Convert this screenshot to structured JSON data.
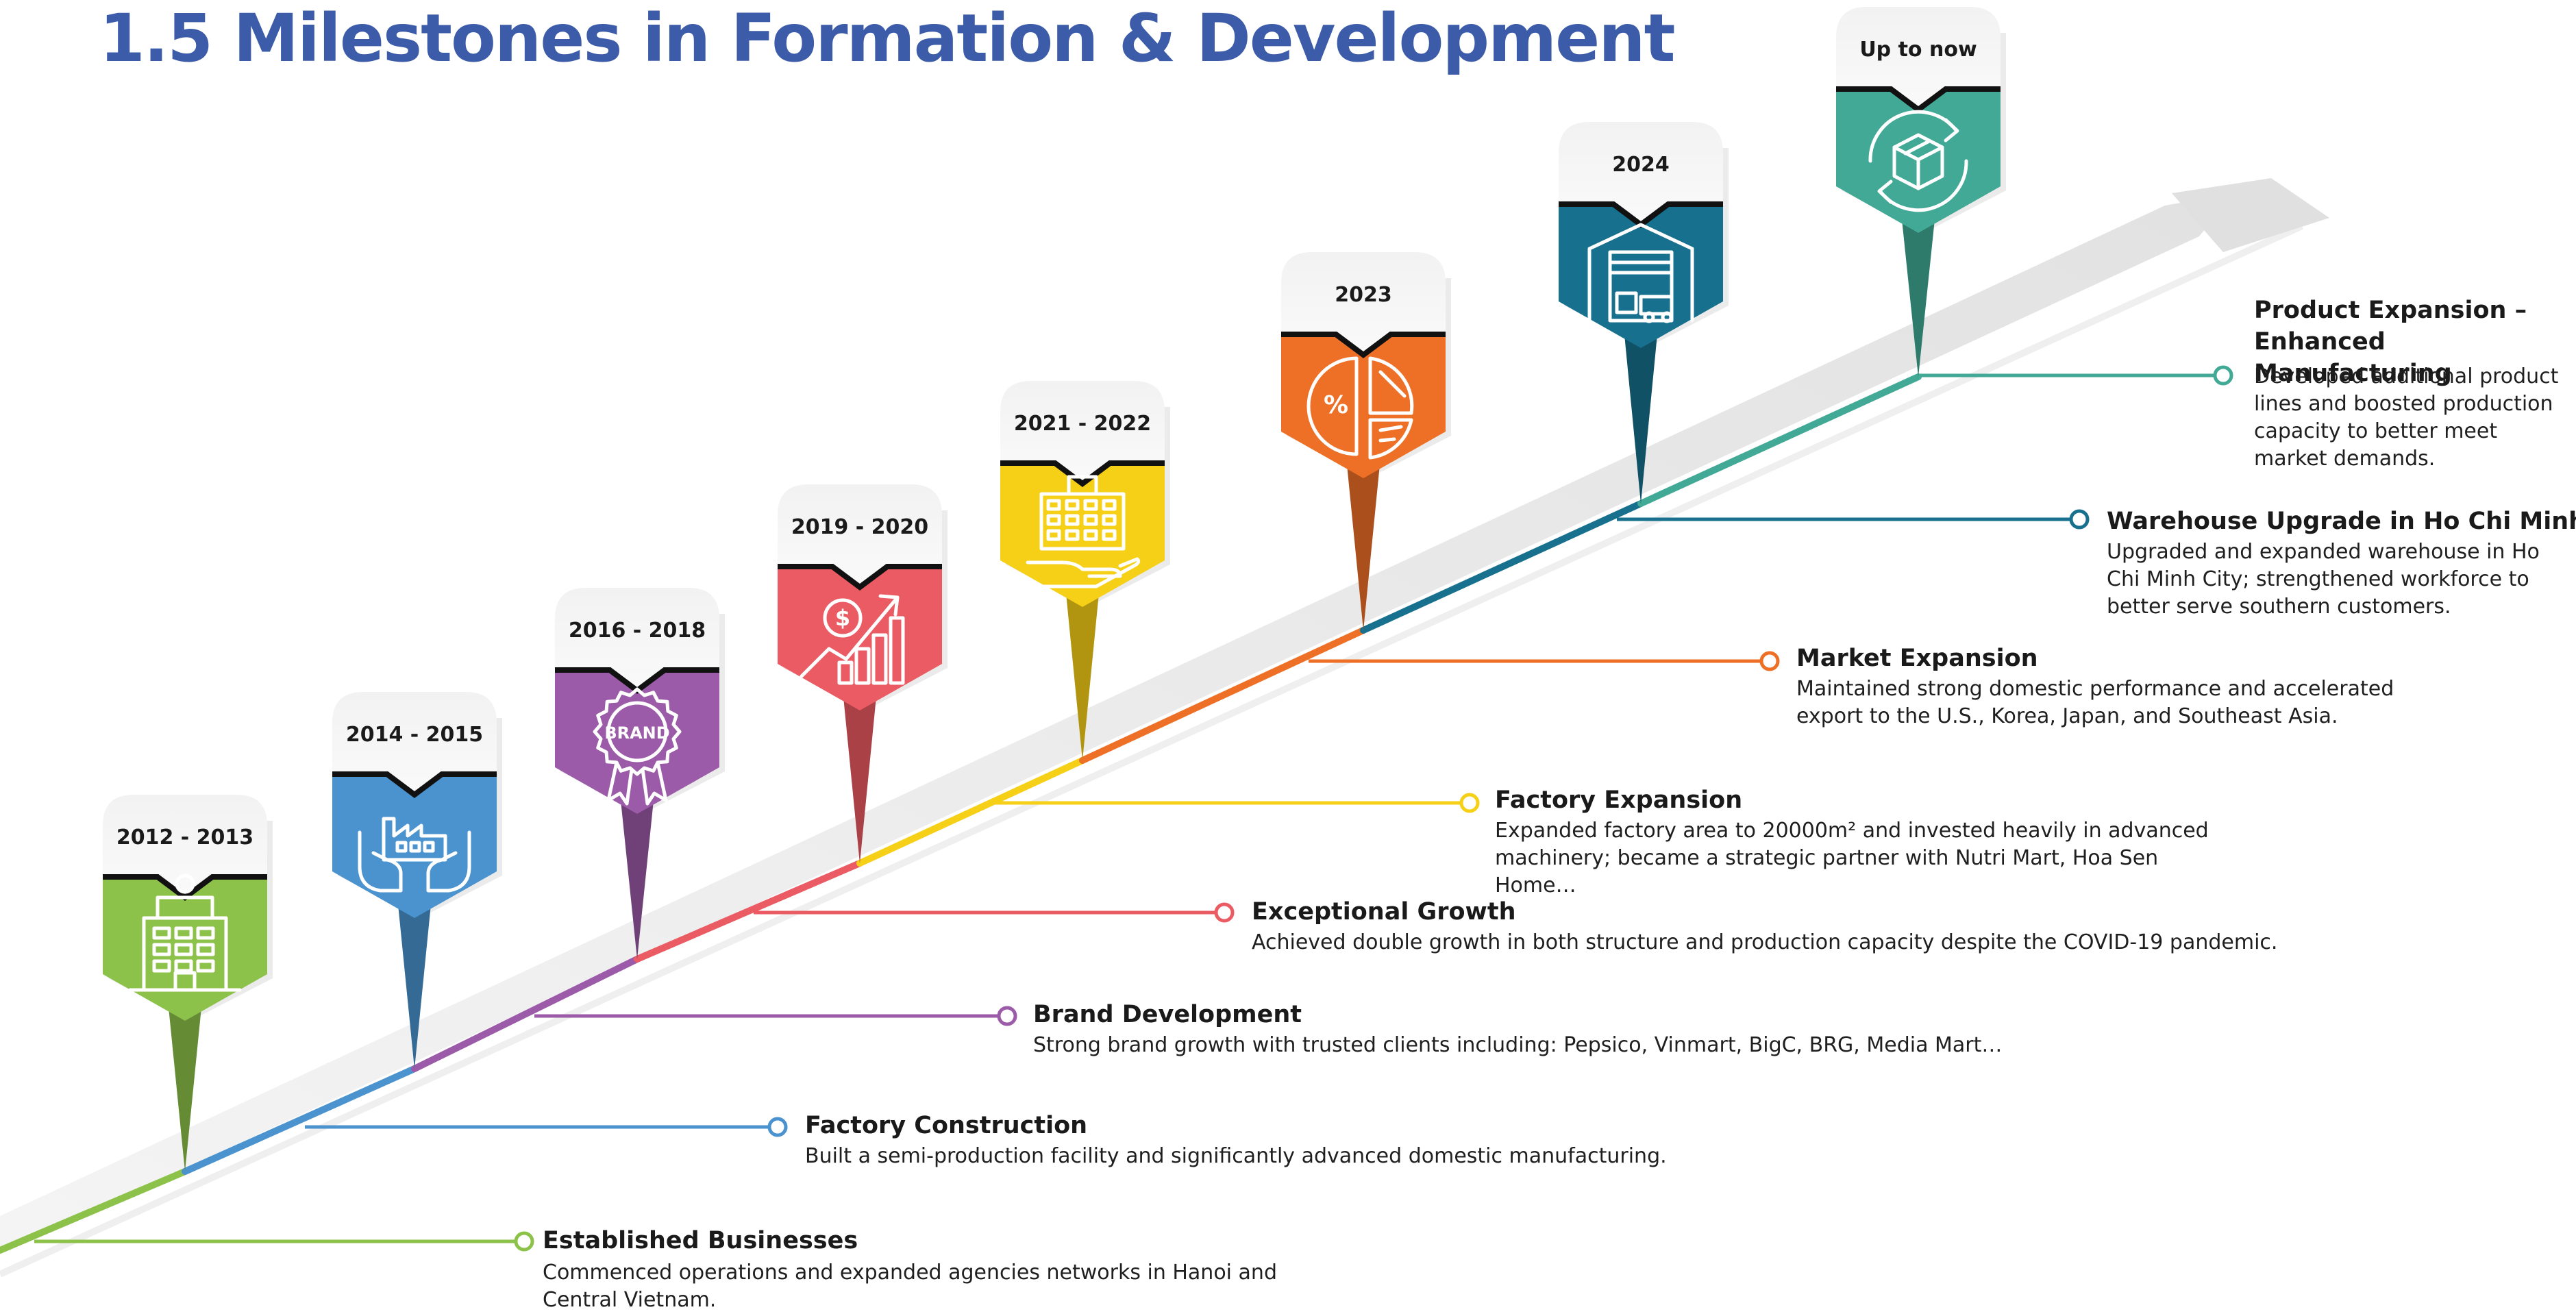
{
  "title": "1.5 Milestones in Formation & Development",
  "colors": {
    "title": "#3c5ba8",
    "phase": [
      "#8cc24a",
      "#4a93cf",
      "#9b5ba8",
      "#ea5b63",
      "#f6cf17",
      "#ee7027",
      "#17718e",
      "#41a995"
    ]
  },
  "periods": [
    {
      "year": "2012 - 2013",
      "icon": "office-building-icon"
    },
    {
      "year": "2014 - 2015",
      "icon": "factory-in-hands-icon"
    },
    {
      "year": "2016 - 2018",
      "icon": "brand-badge-icon"
    },
    {
      "year": "2019 - 2020",
      "icon": "growth-chart-icon"
    },
    {
      "year": "2021 - 2022",
      "icon": "building-in-hand-icon"
    },
    {
      "year": "2023",
      "icon": "pie-chart-icon"
    },
    {
      "year": "2024",
      "icon": "warehouse-icon"
    },
    {
      "year": "Up to now",
      "icon": "box-cycle-icon"
    }
  ],
  "milestones": [
    {
      "heading": "Established Businesses",
      "body": "Commenced operations and expanded agencies networks in Hanoi and Central Vietnam."
    },
    {
      "heading": "Factory Construction",
      "body": "Built a semi-production facility and significantly advanced domestic manufacturing."
    },
    {
      "heading": "Brand Development",
      "body": "Strong brand growth with trusted clients including: Pepsico, Vinmart, BigC, BRG, Media Mart…"
    },
    {
      "heading": "Exceptional Growth",
      "body": "Achieved double growth in both structure and production capacity despite the COVID-19 pandemic."
    },
    {
      "heading": "Factory Expansion",
      "body": "Expanded factory area to 20000m² and invested heavily in advanced machinery; became a strategic partner with Nutri Mart, Hoa Sen Home…"
    },
    {
      "heading": "Market Expansion",
      "body": "Maintained strong domestic performance and accelerated export to the U.S., Korea, Japan, and Southeast Asia."
    },
    {
      "heading": "Warehouse Upgrade in Ho Chi Minh",
      "body": "Upgraded and expanded warehouse in Ho Chi Minh City; strengthened workforce to better serve southern customers."
    },
    {
      "heading": "Product Expansion – Enhanced Manufacturing",
      "body": "Developed additional product lines and boosted production capacity to better meet market demands."
    }
  ]
}
